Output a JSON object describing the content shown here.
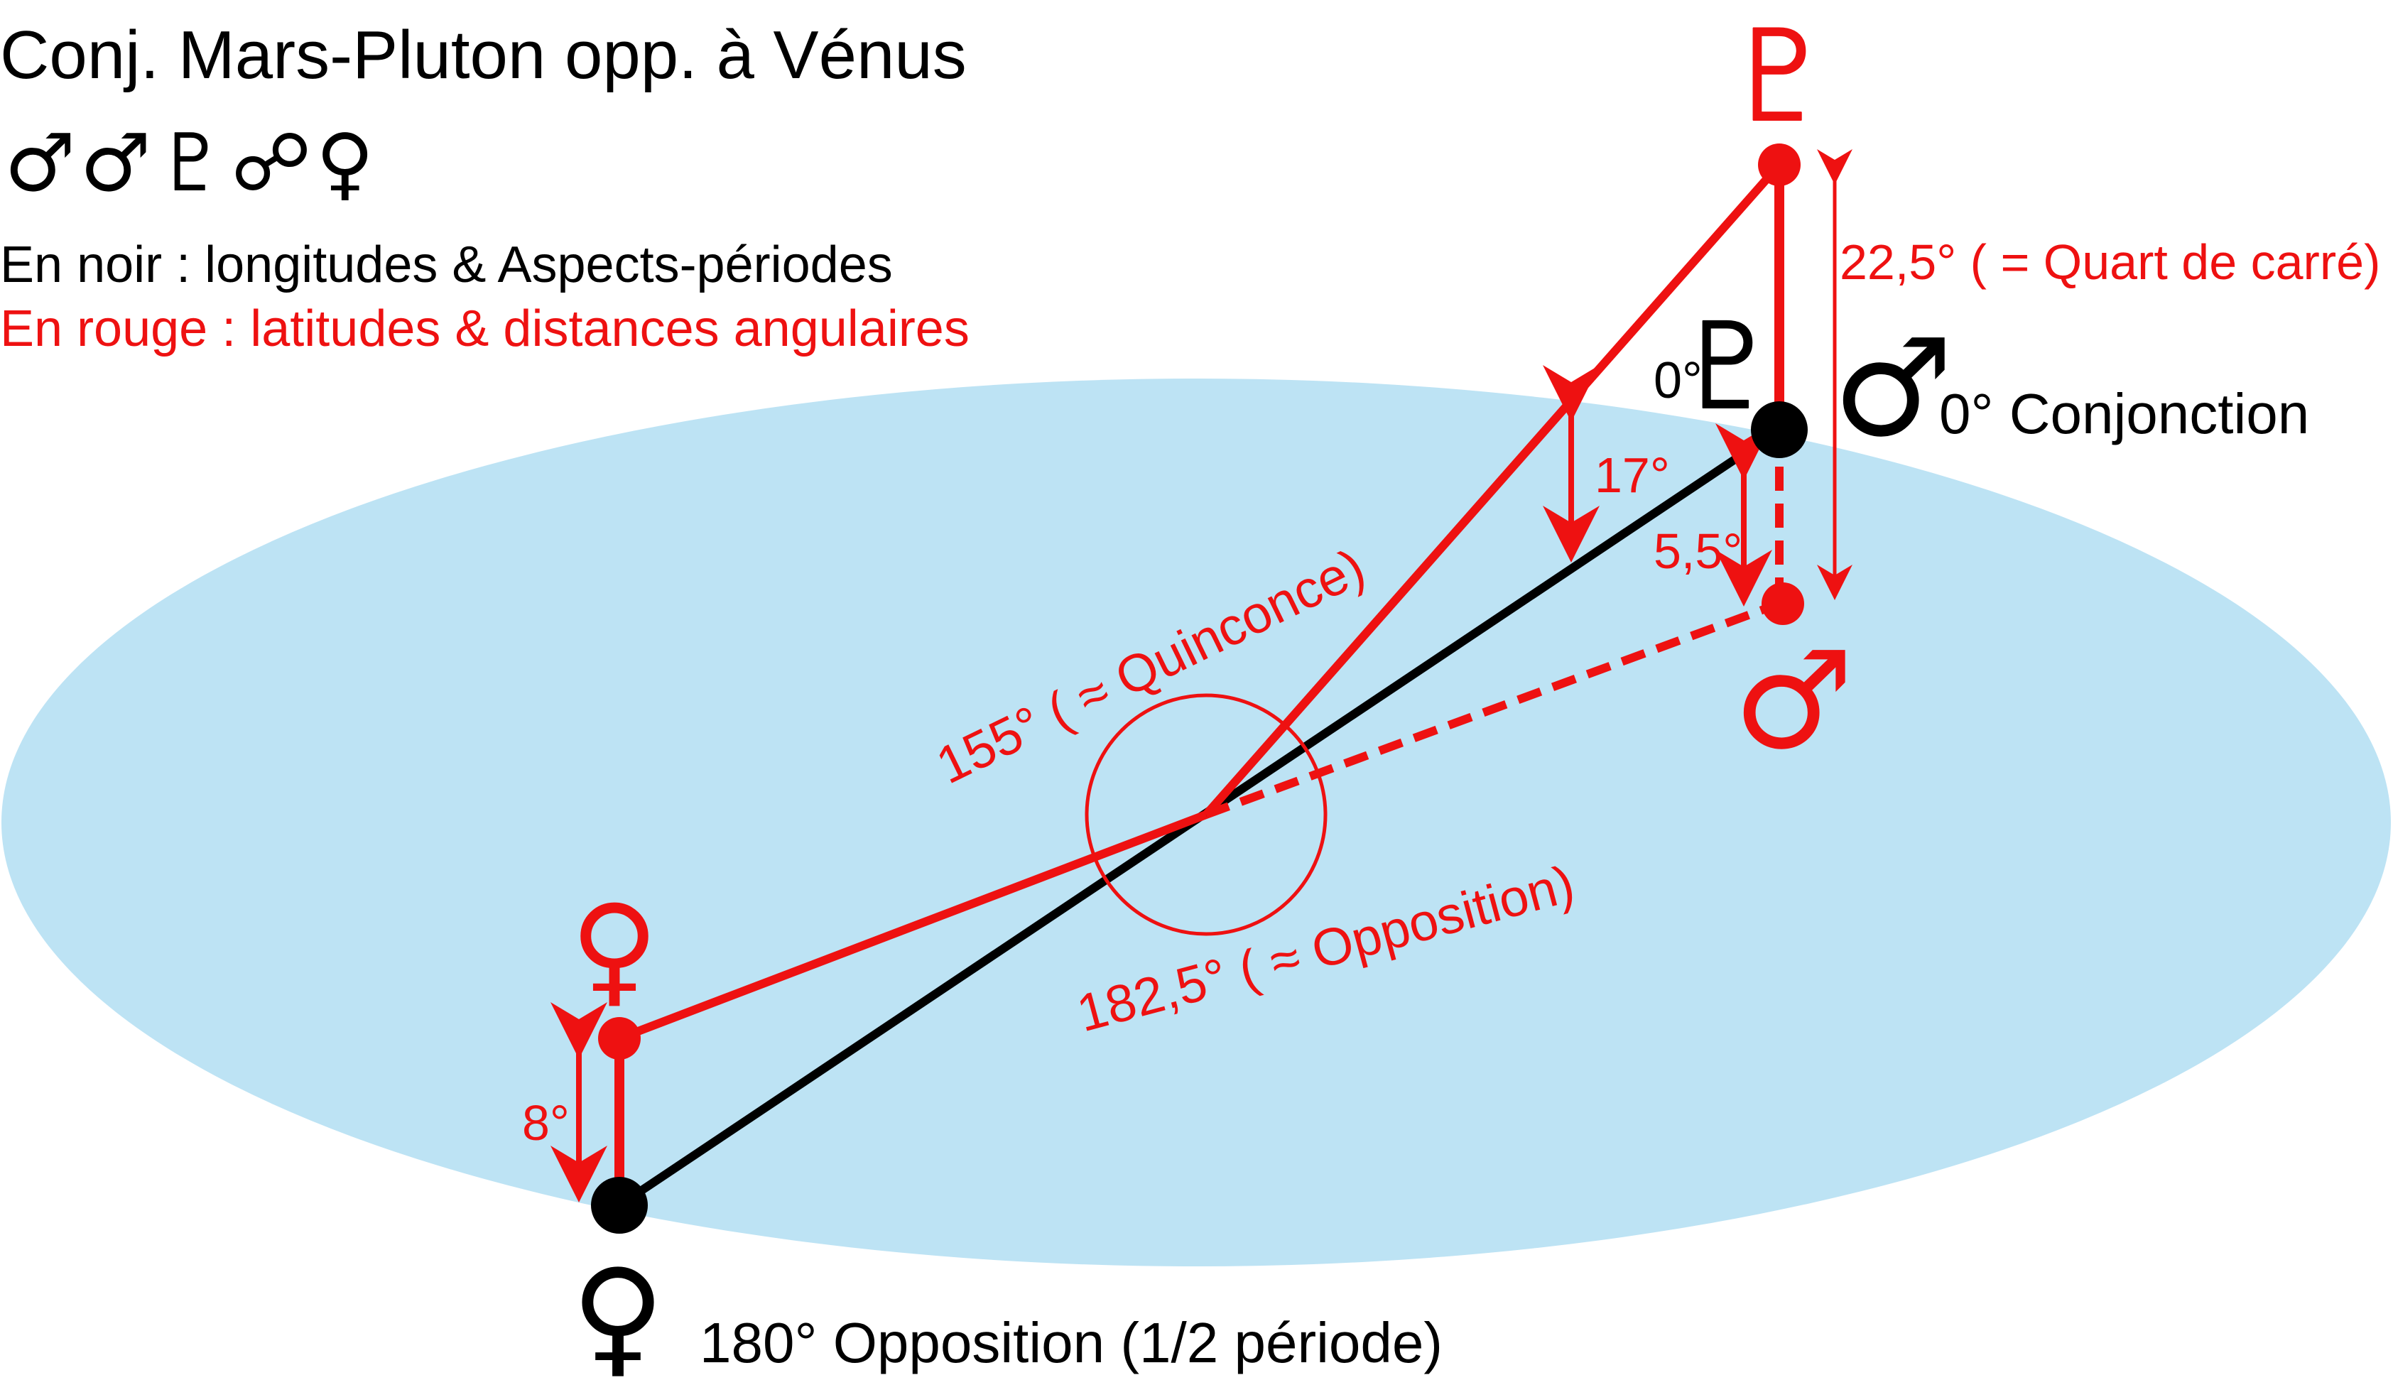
{
  "title": "Conj. Mars-Pluton opp. à Vénus",
  "symbols_row": "♂♂♇☍♀",
  "legend": {
    "black": "En noir : longitudes & Aspects-périodes",
    "red": "En rouge : latitudes & distances angulaires"
  },
  "labels": {
    "pluto_black_deg": "0°",
    "conjunction": "0° Conjonction",
    "opposition": "180° Opposition (1/2 période)",
    "quart_carre": "22,5° ( = Quart de carré)",
    "deg17": "17°",
    "deg55": "5,5°",
    "deg8": "8°",
    "quinconce": "155° ( ≈ Quinconce)",
    "opposition_red": "182,5° ( ≈ Opposition)"
  },
  "glyphs": {
    "pluto": "♇",
    "mars": "♂",
    "venus": "♀"
  },
  "colors": {
    "red": "#ee1111",
    "black": "#000000",
    "plane": "#bde3f4"
  }
}
